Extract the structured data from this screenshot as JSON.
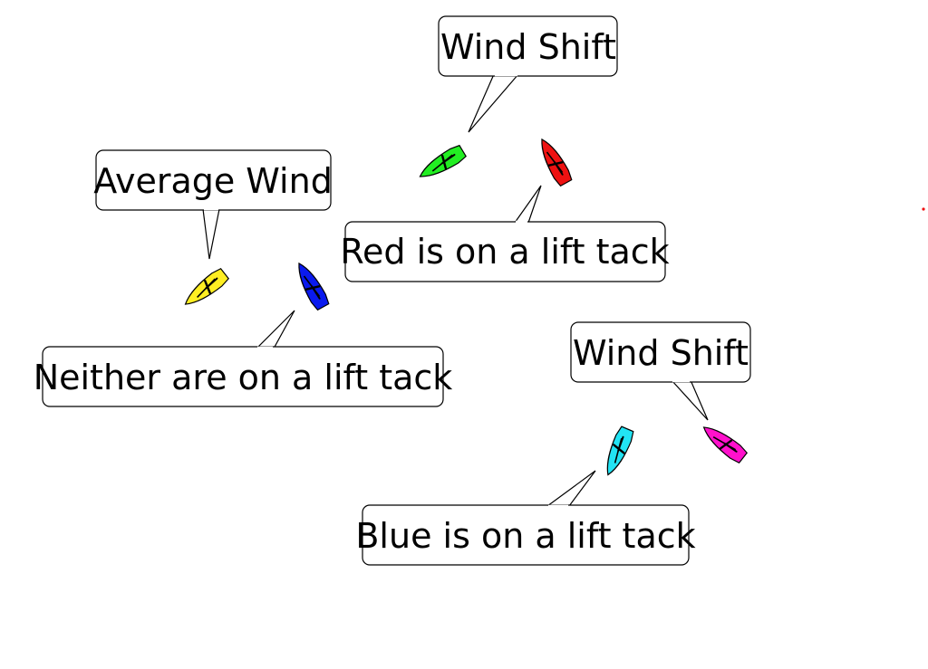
{
  "callouts": {
    "wind_shift_top": "Wind Shift",
    "red_lift": "Red is on a lift tack",
    "average_wind": "Average Wind",
    "neither_lift": "Neither are on a lift tack",
    "wind_shift_right": "Wind Shift",
    "blue_lift": "Blue is on a lift tack"
  },
  "boats": {
    "green": "#22ee22",
    "red": "#ee1111",
    "yellow": "#ffee22",
    "blue": "#0a1aee",
    "cyan": "#22e4f4",
    "magenta": "#ff11cc"
  },
  "marker": {
    "color": "#ee1111"
  }
}
